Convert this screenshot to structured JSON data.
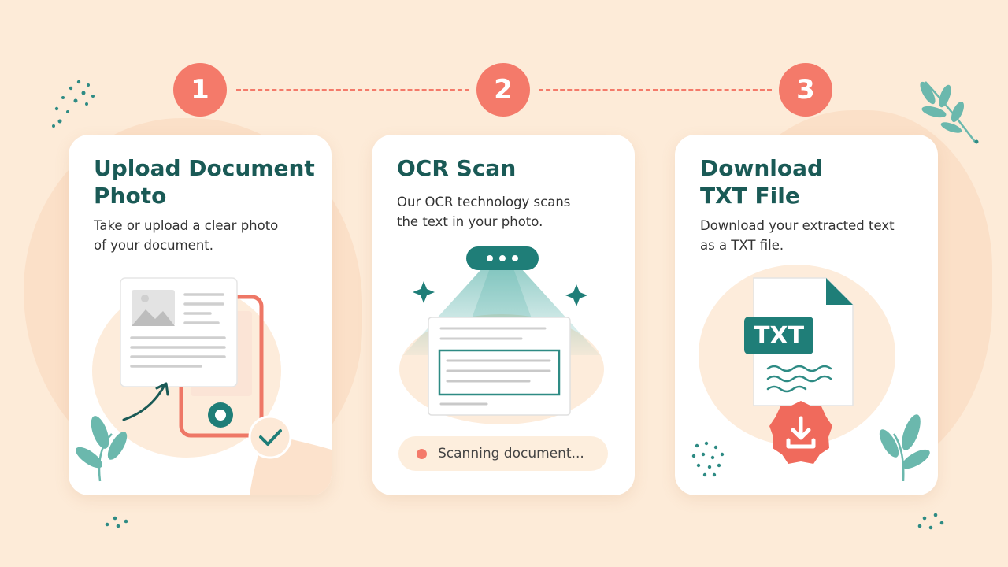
{
  "colors": {
    "accent": "#f47a6a",
    "teal_dark": "#1a5a56",
    "teal": "#2e8b84",
    "background": "#fdebd8"
  },
  "steps": [
    {
      "number": "1",
      "title": "Upload Document\nPhoto",
      "description": "Take or upload a clear photo\nof your document.",
      "icon": "document-photo-upload-icon"
    },
    {
      "number": "2",
      "title": "OCR Scan",
      "description": "Our OCR technology scans\nthe text in your photo.",
      "icon": "ocr-scanner-icon",
      "status": "Scanning document..."
    },
    {
      "number": "3",
      "title": "Download\nTXT File",
      "description": "Download your extracted text\nas a TXT file.",
      "icon": "txt-file-download-icon",
      "badge": "TXT"
    }
  ]
}
